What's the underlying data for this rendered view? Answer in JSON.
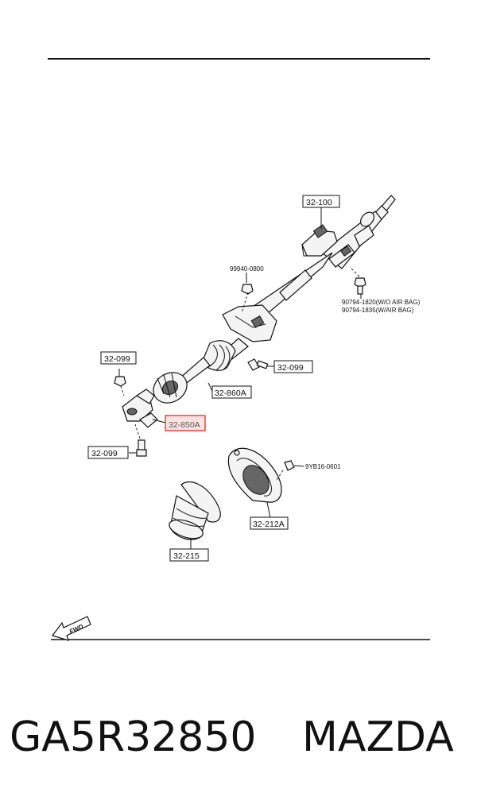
{
  "callouts": {
    "c_32_100": "32-100",
    "c_99940": "99940-0800",
    "c_90794_a": "90794-1820(W/O AIR BAG)",
    "c_90794_b": "90794-1835(W/AIR BAG)",
    "c_32_099_left_top": "32-099",
    "c_32_099_right": "32-099",
    "c_32_860a": "32-860A",
    "c_32_850a": "32-850A",
    "c_32_099_left_bottom": "32-099",
    "c_9yb16": "9YB16-0601",
    "c_32_212a": "32-212A",
    "c_32_215": "32-215"
  },
  "fwd_label": "FWD",
  "highlight_color": "#e53935",
  "footer": {
    "part_number": "GA5R32850",
    "brand": "MAZDA"
  }
}
